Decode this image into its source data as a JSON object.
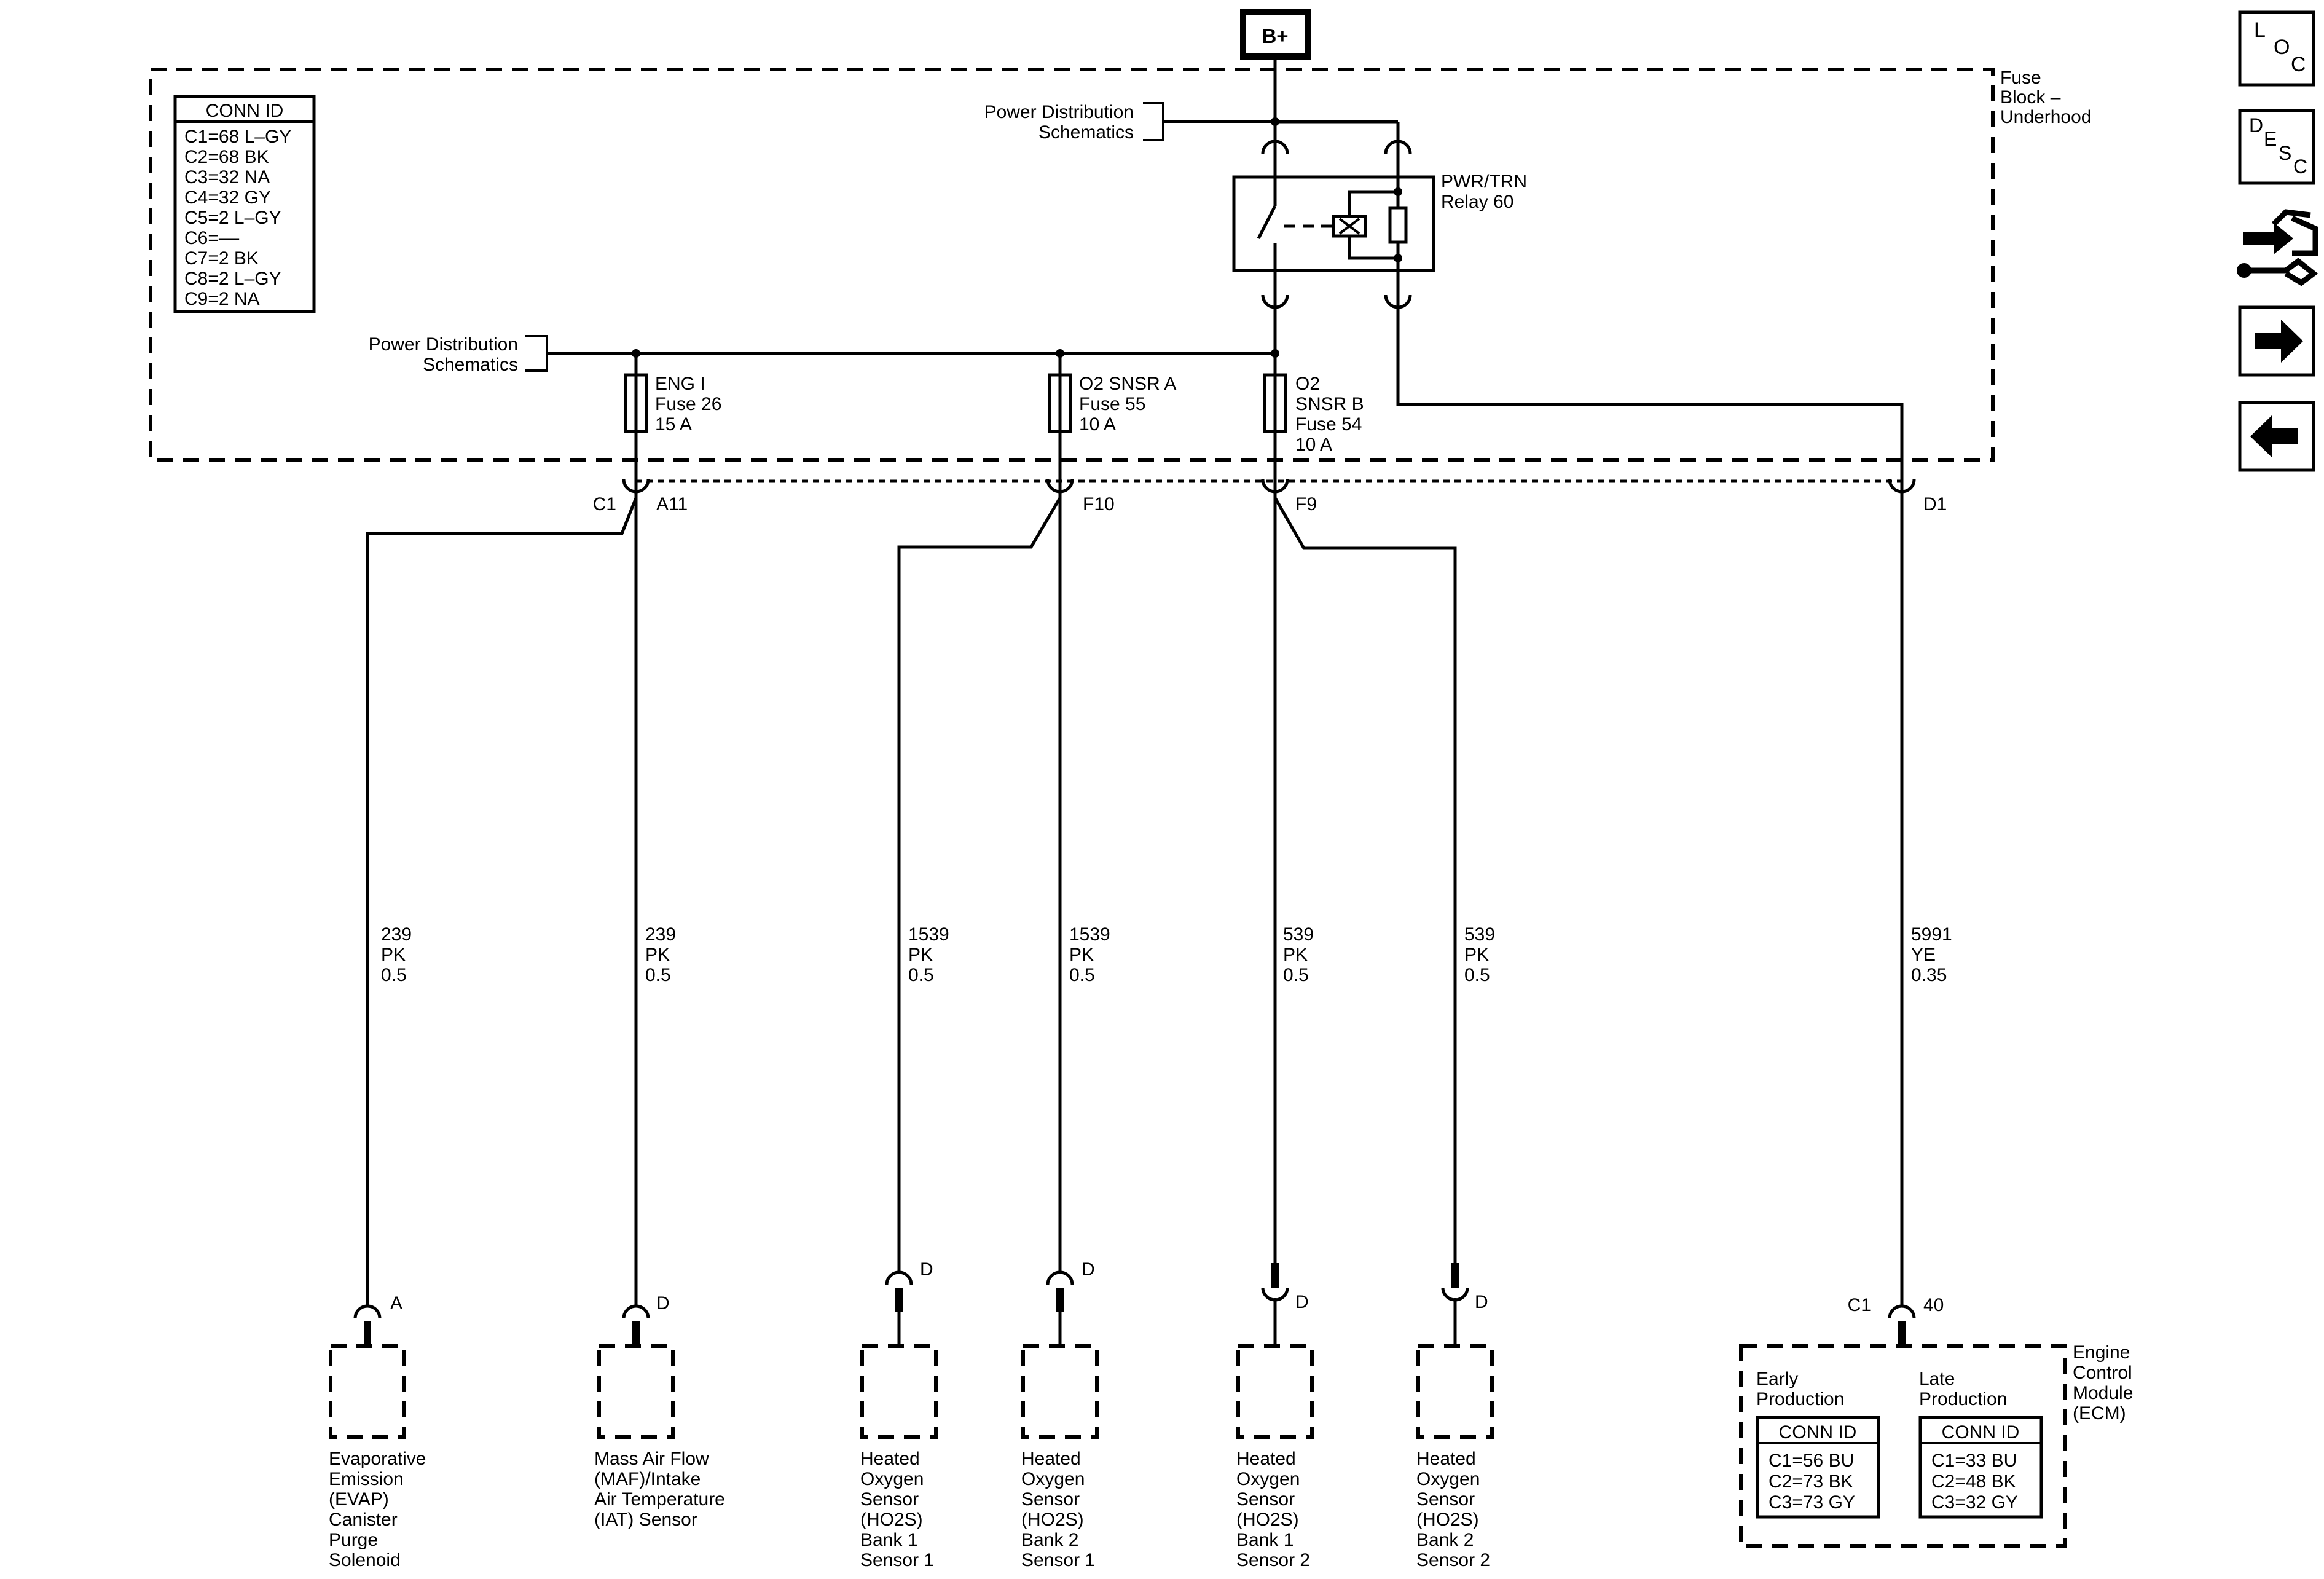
{
  "battery": {
    "label": "B+"
  },
  "fuse_block": {
    "title": [
      "Fuse",
      "Block –",
      "Underhood"
    ]
  },
  "fuse_block_conn": {
    "header": "CONN ID",
    "rows": [
      "C1=68 L–GY",
      "C2=68 BK",
      "C3=32 NA",
      "C4=32 GY",
      "C5=2 L–GY",
      "C6=––",
      "C7=2 BK",
      "C8=2 L–GY",
      "C9=2 NA"
    ]
  },
  "power_dist_top": [
    "Power Distribution",
    "Schematics"
  ],
  "power_dist_left": [
    "Power Distribution",
    "Schematics"
  ],
  "relay": [
    "PWR/TRN",
    "Relay 60"
  ],
  "fuses": [
    [
      "ENG I",
      "Fuse 26",
      "15 A"
    ],
    [
      "O2 SNSR A",
      "Fuse 55",
      "10 A"
    ],
    [
      "O2",
      "SNSR B",
      "Fuse 54",
      "10 A"
    ]
  ],
  "connectors": {
    "c1": "C1",
    "a11": "A11",
    "f10": "F10",
    "f9": "F9",
    "d1": "D1"
  },
  "wires": [
    [
      "239",
      "PK",
      "0.5"
    ],
    [
      "239",
      "PK",
      "0.5"
    ],
    [
      "1539",
      "PK",
      "0.5"
    ],
    [
      "1539",
      "PK",
      "0.5"
    ],
    [
      "539",
      "PK",
      "0.5"
    ],
    [
      "539",
      "PK",
      "0.5"
    ],
    [
      "5991",
      "YE",
      "0.35"
    ]
  ],
  "pins": [
    "A",
    "D",
    "D",
    "D",
    "D",
    "D"
  ],
  "components": [
    [
      "Evaporative",
      "Emission",
      "(EVAP)",
      "Canister",
      "Purge",
      "Solenoid"
    ],
    [
      "Mass Air Flow",
      "(MAF)/Intake",
      "Air Temperature",
      "(IAT) Sensor"
    ],
    [
      "Heated",
      "Oxygen",
      "Sensor",
      "(HO2S)",
      "Bank 1",
      "Sensor 1"
    ],
    [
      "Heated",
      "Oxygen",
      "Sensor",
      "(HO2S)",
      "Bank 2",
      "Sensor 1"
    ],
    [
      "Heated",
      "Oxygen",
      "Sensor",
      "(HO2S)",
      "Bank 1",
      "Sensor 2"
    ],
    [
      "Heated",
      "Oxygen",
      "Sensor",
      "(HO2S)",
      "Bank 2",
      "Sensor 2"
    ]
  ],
  "ecm": {
    "title": [
      "Engine",
      "Control",
      "Module",
      "(ECM)"
    ],
    "conn": "C1",
    "pin": "40",
    "early": {
      "label": [
        "Early",
        "Production"
      ],
      "header": "CONN ID",
      "rows": [
        "C1=56 BU",
        "C2=73 BK",
        "C3=73 GY"
      ]
    },
    "late": {
      "label": [
        "Late",
        "Production"
      ],
      "header": "CONN ID",
      "rows": [
        "C1=33 BU",
        "C2=48 BK",
        "C3=32 GY"
      ]
    }
  },
  "nav": {
    "loc": [
      "L",
      "O",
      "C"
    ],
    "desc": [
      "D",
      "E",
      "S",
      "C"
    ],
    "icons": [
      "wiring-tool-icon",
      "arrow-right-icon",
      "arrow-left-icon"
    ]
  }
}
